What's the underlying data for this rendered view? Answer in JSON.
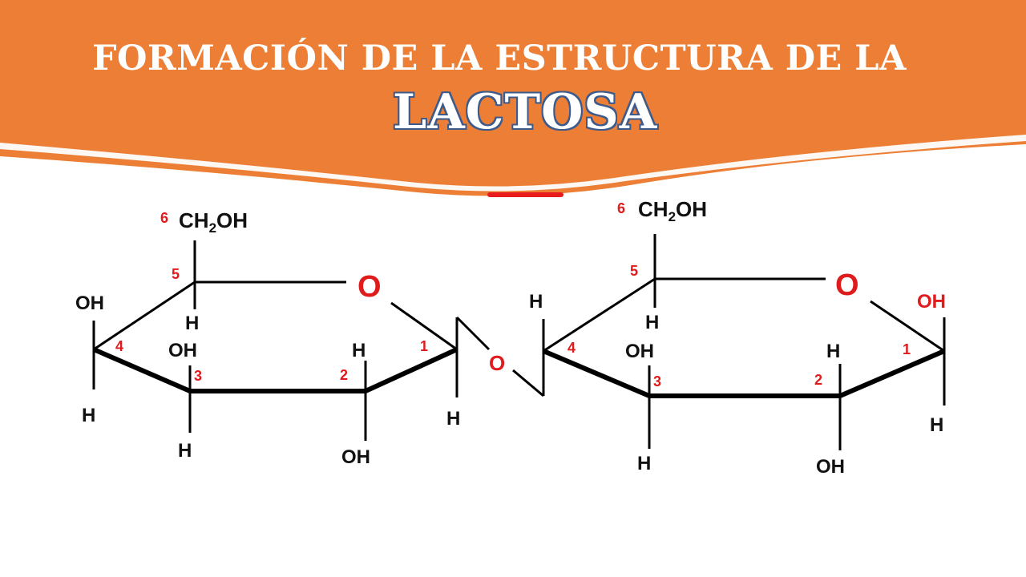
{
  "title": {
    "line1": "FORMACIÓN DE LA ESTRUCTURA DE LA",
    "line2": "LACTOSA"
  },
  "colors": {
    "banner": "#ec7f35",
    "banner_stripe": "#ffffff",
    "title_text": "#ffffff",
    "title_outline": "#3d5a8c",
    "bonds": "#000000",
    "atom_labels": "#111111",
    "carbon_numbers": "#e01b1b",
    "ring_oxygen": "#e01b1b"
  },
  "left_ring": {
    "ch2oh": "CH",
    "ch2oh_sub": "2",
    "ch2oh_tail": "OH",
    "ring_oxygen": "O",
    "c1": "1",
    "c2": "2",
    "c3": "3",
    "c4": "4",
    "c5": "5",
    "c6": "6",
    "c5_h": "H",
    "c4_oh": "OH",
    "c4_h": "H",
    "c3_oh": "OH",
    "c3_h": "H",
    "c2_h": "H",
    "c2_oh": "OH",
    "c1_h": "H"
  },
  "glycosidic_bond": {
    "oxygen": "O"
  },
  "right_ring": {
    "ch2oh": "CH",
    "ch2oh_sub": "2",
    "ch2oh_tail": "OH",
    "ring_oxygen": "O",
    "c1": "1",
    "c2": "2",
    "c3": "3",
    "c4": "4",
    "c5": "5",
    "c6": "6",
    "c5_h": "H",
    "c4_h": "H",
    "c3_oh": "OH",
    "c3_h": "H",
    "c2_h": "H",
    "c2_oh": "OH",
    "c1_oh": "OH",
    "c1_h": "H"
  }
}
